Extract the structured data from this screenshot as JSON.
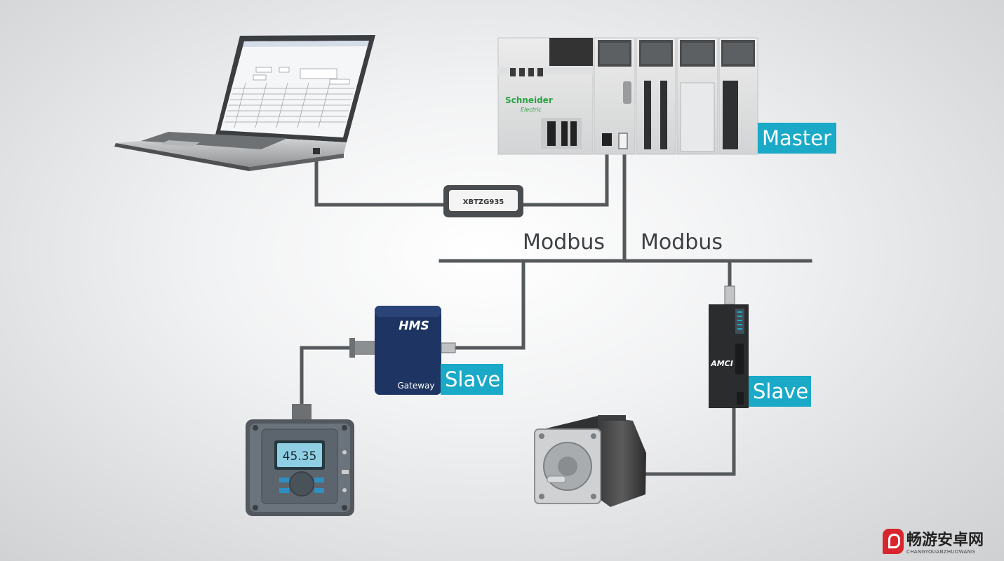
{
  "diagram": {
    "cable_label": "XBTZG935",
    "plc_brand": "Schneider",
    "plc_brand_sub": "Electric",
    "bus_label_left": "Modbus",
    "bus_label_right": "Modbus",
    "master_label": "Master",
    "gateway_brand": "HMS",
    "gateway_text": "Gateway",
    "gateway_slave_label": "Slave",
    "drive_brand": "AMCI",
    "drive_slave_label": "Slave",
    "meter_reading": "45.35"
  },
  "colors": {
    "accent": "#1ba9c8",
    "wire": "#55595c",
    "gateway_blue": "#1e3563"
  },
  "watermark": {
    "title": "畅游安卓网",
    "subtitle": "CHANGYOUANZHUOWANG"
  }
}
